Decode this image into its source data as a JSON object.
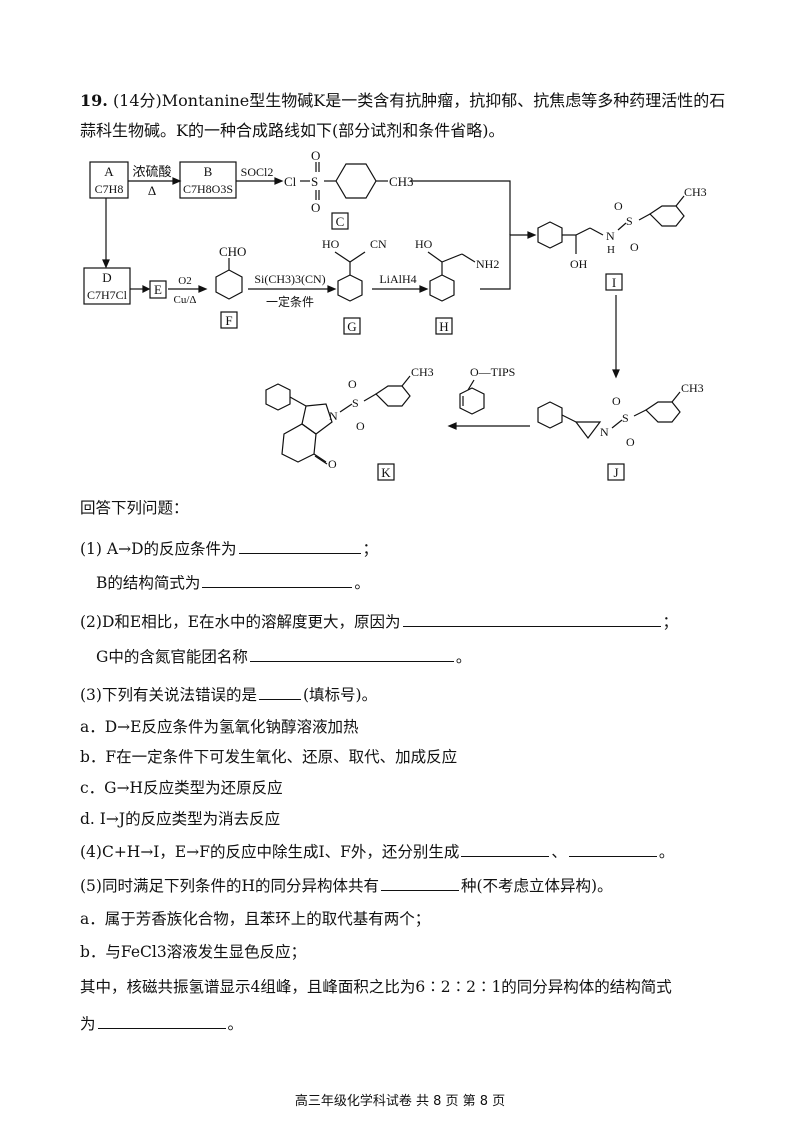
{
  "header": {
    "number": "19.",
    "line1": "(14分)Montanine型生物碱K是一类含有抗肿瘤，抗抑郁、抗焦虑等多种药理活性的石",
    "line2": "蒜科生物碱。K的一种合成路线如下(部分试剂和条件省略)。"
  },
  "scheme": {
    "box_A_label": "A",
    "box_A_formula": "C7H8",
    "box_B_label": "B",
    "box_B_formula": "C7H8O3S",
    "box_D_label": "D",
    "box_D_formula": "C7H7Cl",
    "box_E_label": "E",
    "reagent_AB": "浓硫酸",
    "cond_AB": "Δ",
    "reagent_B_to_C": "SOCl2",
    "reagent_E_to_F_top": "O2",
    "reagent_E_to_F_bottom": "Cu/Δ",
    "reagent_F_to_G_top": "Si(CH3)3(CN)",
    "reagent_F_to_G_bottom": "一定条件",
    "reagent_G_to_H": "LiAlH4",
    "reagent_J_to_K": "O—TIPS",
    "label_C": "C",
    "label_F": "F",
    "label_G": "G",
    "label_H": "H",
    "label_I": "I",
    "label_J": "J",
    "label_K": "K",
    "atom_Cl": "Cl",
    "atom_S": "S",
    "atom_O": "O",
    "atom_CH3": "CH3",
    "atom_CHO": "CHO",
    "atom_HO": "HO",
    "atom_CN": "CN",
    "atom_NH2": "NH2",
    "atom_OH": "OH",
    "atom_N": "N",
    "atom_H": "H"
  },
  "questions": {
    "intro": "回答下列问题：",
    "q1a": "(1) A→D的反应条件为",
    "q1a_end": "；",
    "q1b": "B的结构简式为",
    "q1b_end": "。",
    "q2a": "(2)D和E相比，E在水中的溶解度更大，原因为",
    "q2a_end": "；",
    "q2b": "G中的含氮官能团名称",
    "q2b_end": "。",
    "q3": "(3)下列有关说法错误的是",
    "q3_end": "(填标号)。",
    "q3a": "a．D→E反应条件为氢氧化钠醇溶液加热",
    "q3b": "b．F在一定条件下可发生氧化、还原、取代、加成反应",
    "q3c": "c．G→H反应类型为还原反应",
    "q3d": "d.  I→J的反应类型为消去反应",
    "q4": "(4)C+H→I，E→F的反应中除生成I、F外，还分别生成",
    "q4_mid": "、",
    "q4_end": "。",
    "q5": "(5)同时满足下列条件的H的同分异构体共有",
    "q5_end": "种(不考虑立体异构)。",
    "q5a": "a．属于芳香族化合物，且苯环上的取代基有两个；",
    "q5b": "b．与FeCl3溶液发生显色反应；",
    "q5c": "其中，核磁共振氢谱显示4组峰，且峰面积之比为6∶2∶2∶1的同分异构体的结构简式",
    "q5d": "为",
    "q5d_end": "。"
  },
  "footer": "高三年级化学科试卷  共 8 页  第 8 页"
}
